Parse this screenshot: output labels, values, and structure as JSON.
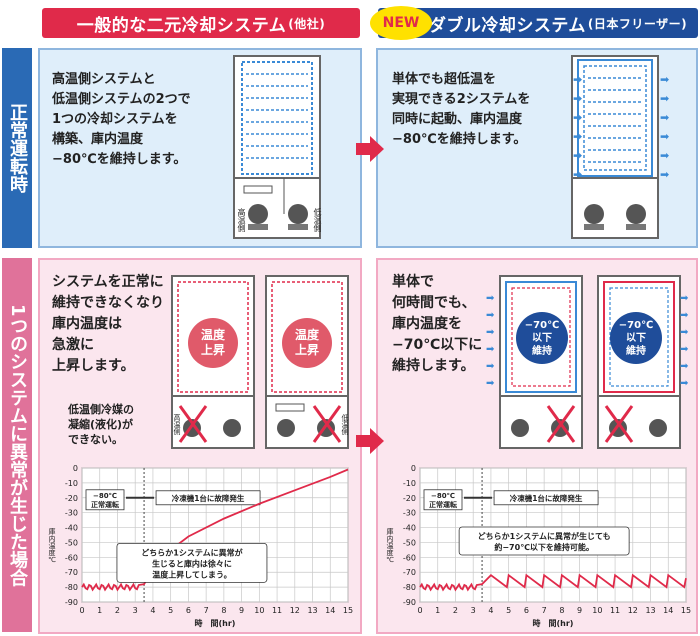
{
  "header": {
    "left_title": "一般的な二元冷却システム",
    "left_suffix": "(他社)",
    "new_badge": "NEW",
    "right_title": "ダブル冷却システム",
    "right_suffix": "(日本フリーザー)"
  },
  "side_labels": {
    "top": "正常運転時",
    "bottom": "1つのシステムに異常が生じた場合"
  },
  "normal": {
    "left_text": "高温側システムと\n低温側システムの2つで\n1つの冷却システムを\n構築、庫内温度\n−80℃を維持します。",
    "right_text": "単体でも超低温を\n実現できる2システムを\n同時に起動、庫内温度\n−80℃を維持します。",
    "unit_labels": {
      "high": "高温側",
      "low": "低温側"
    }
  },
  "failure": {
    "left_text": "システムを正常に\n維持できなくなり\n庫内温度は\n急激に\n上昇します。",
    "right_text": "単体で\n何時間でも、\n庫内温度を\n−70℃以下に\n維持します。",
    "temp_rise_badge": "温度\n上昇",
    "maintain_badge": "−70℃\n以下\n維持",
    "condense_note": "低温側冷媒の\n凝縮(液化)が\nできない。",
    "unit_labels": {
      "high": "高温側",
      "low": "低温側"
    }
  },
  "charts": {
    "ylabel": "庫内温度℃",
    "xlabel": "時　間(hr)",
    "normal_label": "−80℃\n正常運転",
    "fault_label": "冷凍機1台に故障発生",
    "left_callout": "どちらか1システムに異常が\n生じると庫内は徐々に\n温度上昇してしまう。",
    "right_callout": "どちらか1システムに異常が生じても\n約−70℃以下を維持可能。"
  },
  "chart_data": [
    {
      "type": "line",
      "title": "",
      "xlabel": "時　間(hr)",
      "ylabel": "庫内温度℃",
      "xlim": [
        0,
        15
      ],
      "ylim": [
        -90,
        0
      ],
      "x_ticks": [
        0,
        1,
        2,
        3,
        4,
        5,
        6,
        7,
        8,
        9,
        10,
        11,
        12,
        13,
        14,
        15
      ],
      "y_ticks": [
        0,
        -10,
        -20,
        -30,
        -40,
        -50,
        -60,
        -70,
        -80,
        -90
      ],
      "grid": true,
      "series": [
        {
          "x": [
            0,
            3.3,
            3.5,
            4,
            5,
            6,
            8,
            10,
            12,
            14,
            15
          ],
          "y": [
            -80,
            -80,
            -78,
            -68,
            -55,
            -46,
            -34,
            -24,
            -15,
            -6,
            -1
          ]
        }
      ]
    },
    {
      "type": "line",
      "title": "",
      "xlabel": "時　間(hr)",
      "ylabel": "庫内温度℃",
      "xlim": [
        0,
        15
      ],
      "ylim": [
        -90,
        0
      ],
      "x_ticks": [
        0,
        1,
        2,
        3,
        4,
        5,
        6,
        7,
        8,
        9,
        10,
        11,
        12,
        13,
        14,
        15
      ],
      "y_ticks": [
        0,
        -10,
        -20,
        -30,
        -40,
        -50,
        -60,
        -70,
        -80,
        -90
      ],
      "grid": true,
      "series": [
        {
          "x": [
            0,
            3.3,
            3.5,
            4,
            4.9,
            5,
            5.9,
            6,
            6.9,
            7,
            7.9,
            8,
            8.9,
            9,
            9.9,
            10,
            10.9,
            11,
            11.9,
            12,
            12.9,
            13,
            13.9,
            14,
            14.9,
            15
          ],
          "y": [
            -80,
            -80,
            -78,
            -72,
            -80,
            -72,
            -80,
            -72,
            -80,
            -72,
            -80,
            -72,
            -80,
            -72,
            -80,
            -72,
            -80,
            -72,
            -80,
            -72,
            -80,
            -72,
            -80,
            -72,
            -80,
            -74
          ]
        }
      ]
    }
  ]
}
